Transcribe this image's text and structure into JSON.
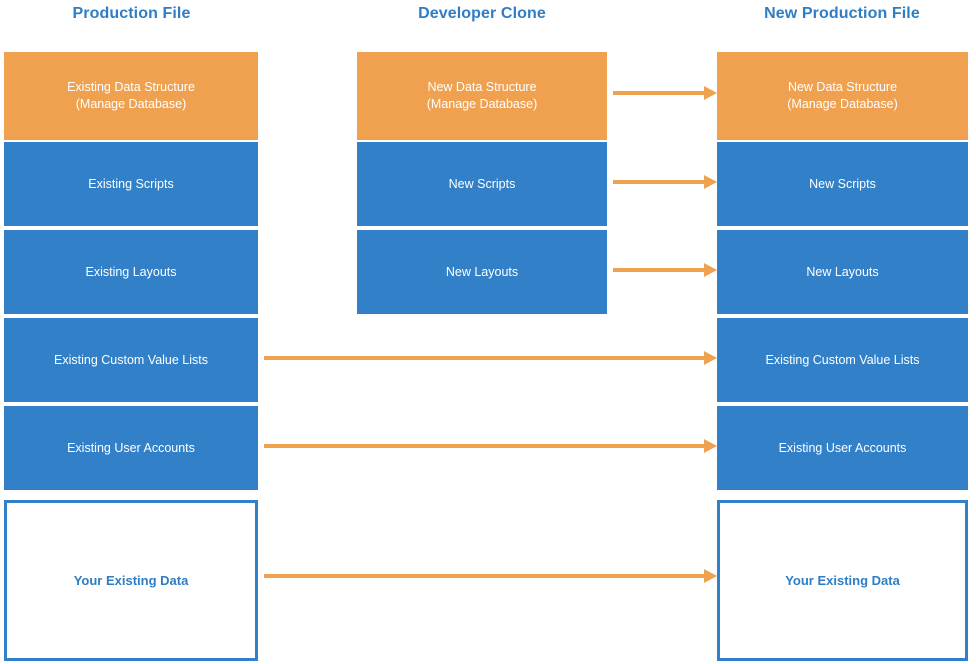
{
  "columns": [
    {
      "title": "Production File"
    },
    {
      "title": "Developer Clone"
    },
    {
      "title": "New Production File"
    }
  ],
  "production_file": {
    "rows": [
      {
        "label": "Existing Data Structure\n(Manage Database)",
        "style": "orange"
      },
      {
        "label": "Existing Scripts",
        "style": "blue"
      },
      {
        "label": "Existing Layouts",
        "style": "blue"
      },
      {
        "label": "Existing Custom Value Lists",
        "style": "blue"
      },
      {
        "label": "Existing User Accounts",
        "style": "blue"
      },
      {
        "label": "Your Existing Data",
        "style": "outline"
      }
    ]
  },
  "developer_clone": {
    "rows": [
      {
        "label": "New Data Structure\n(Manage Database)",
        "style": "orange"
      },
      {
        "label": "New Scripts",
        "style": "blue"
      },
      {
        "label": "New Layouts",
        "style": "blue"
      }
    ]
  },
  "new_production_file": {
    "rows": [
      {
        "label": "New Data Structure\n(Manage Database)",
        "style": "orange"
      },
      {
        "label": "New Scripts",
        "style": "blue"
      },
      {
        "label": "New Layouts",
        "style": "blue"
      },
      {
        "label": "Existing Custom Value Lists",
        "style": "blue"
      },
      {
        "label": "Existing User Accounts",
        "style": "blue"
      },
      {
        "label": "Your Existing Data",
        "style": "outline"
      }
    ]
  },
  "arrows": {
    "short": [
      {
        "name": "arrow-data-structure",
        "from": "developer_clone.rows.0",
        "to": "new_production_file.rows.0"
      },
      {
        "name": "arrow-scripts",
        "from": "developer_clone.rows.1",
        "to": "new_production_file.rows.1"
      },
      {
        "name": "arrow-layouts",
        "from": "developer_clone.rows.2",
        "to": "new_production_file.rows.2"
      }
    ],
    "long": [
      {
        "name": "arrow-value-lists",
        "from": "production_file.rows.3",
        "to": "new_production_file.rows.3"
      },
      {
        "name": "arrow-user-accounts",
        "from": "production_file.rows.4",
        "to": "new_production_file.rows.4"
      },
      {
        "name": "arrow-existing-data",
        "from": "production_file.rows.5",
        "to": "new_production_file.rows.5"
      }
    ]
  },
  "colors": {
    "orange": "#efa150",
    "blue": "#3180c8",
    "title_blue": "#2f7dc4",
    "arrow": "#eea14f",
    "white": "#ffffff"
  }
}
